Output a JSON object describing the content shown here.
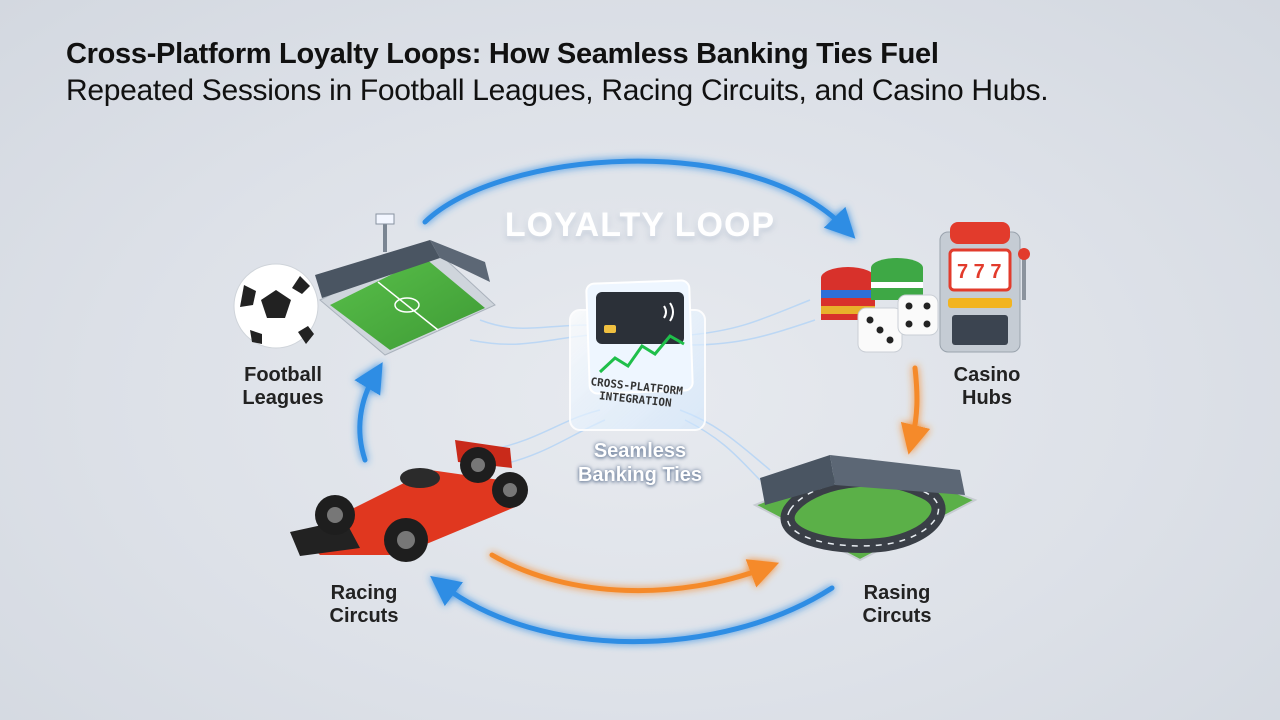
{
  "title": {
    "line1": "Cross-Platform Loyalty Loops: How Seamless Banking Ties Fuel",
    "line2": "Repeated Sessions in Football Leagues, Racing Circuits, and Casino Hubs."
  },
  "loop_title": "LOYALTY LOOP",
  "hub": {
    "card_text_1": "CROSS-PLATFORM",
    "card_text_2": "INTEGRATION",
    "label_1": "Seamless",
    "label_2": "Banking Ties"
  },
  "nodes": {
    "football": {
      "line1": "Football",
      "line2": "Leagues"
    },
    "casino": {
      "line1": "Casino",
      "line2": "Hubs"
    },
    "racing_car": {
      "line1": "Racing",
      "line2": "Circuts"
    },
    "racing_track": {
      "line1": "Rasing",
      "line2": "Circuts"
    }
  },
  "colors": {
    "blue_arrow": "#2f8de4",
    "orange_arrow": "#f58a2c",
    "background": "#e2e6ec"
  }
}
